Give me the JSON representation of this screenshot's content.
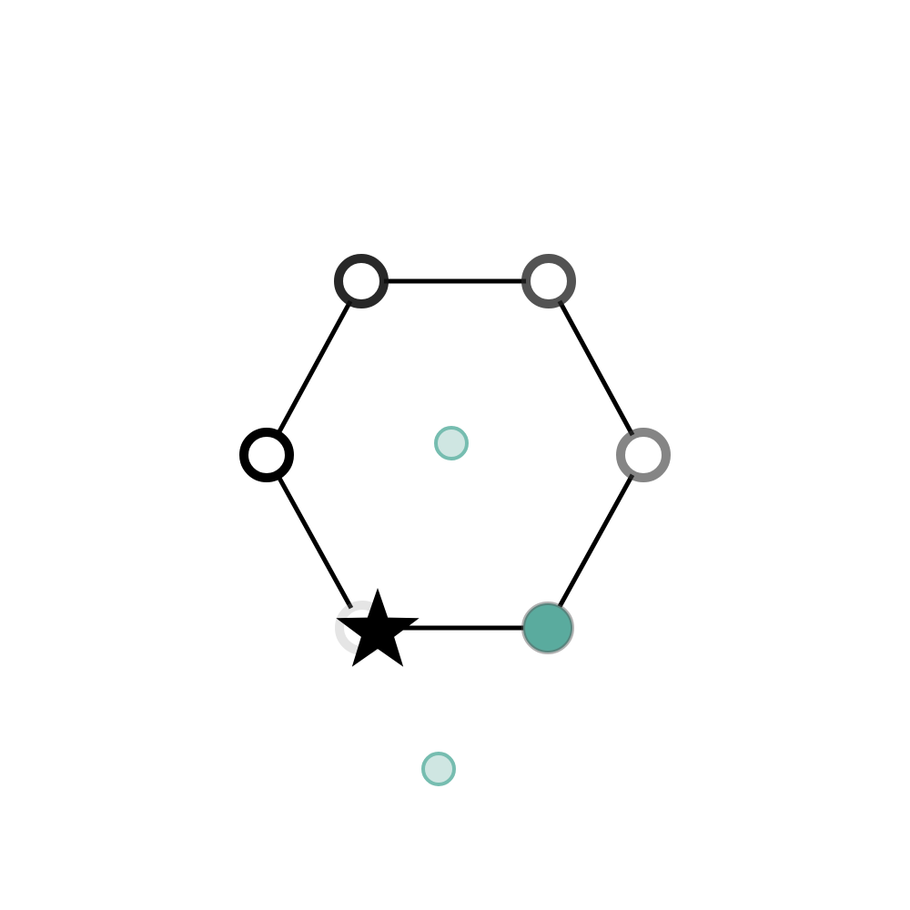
{
  "colors": {
    "background": "#ffffff",
    "edge": "#000000",
    "teal_fill": "#5aab9e",
    "teal_light_fill": "#cfe6e2",
    "teal_stroke": "#76bdb0",
    "star": "#000000"
  },
  "hexagon": {
    "vertices": [
      {
        "name": "vertex-left",
        "ring_color": "#000000",
        "ring_opacity": 1.0
      },
      {
        "name": "vertex-top-left",
        "ring_color": "#111111",
        "ring_opacity": 0.9
      },
      {
        "name": "vertex-top-right",
        "ring_color": "#222222",
        "ring_opacity": 0.78
      },
      {
        "name": "vertex-right",
        "ring_color": "#333333",
        "ring_opacity": 0.6
      },
      {
        "name": "vertex-bottom-right",
        "ring_color": "#555555",
        "ring_opacity": 0.45,
        "filled": true
      },
      {
        "name": "vertex-bottom-left",
        "ring_color": "#999999",
        "ring_opacity": 0.25
      }
    ]
  },
  "markers": {
    "star_icon": "star-icon",
    "center_dot": "teal-dot-center",
    "lower_dot": "teal-dot-below"
  }
}
